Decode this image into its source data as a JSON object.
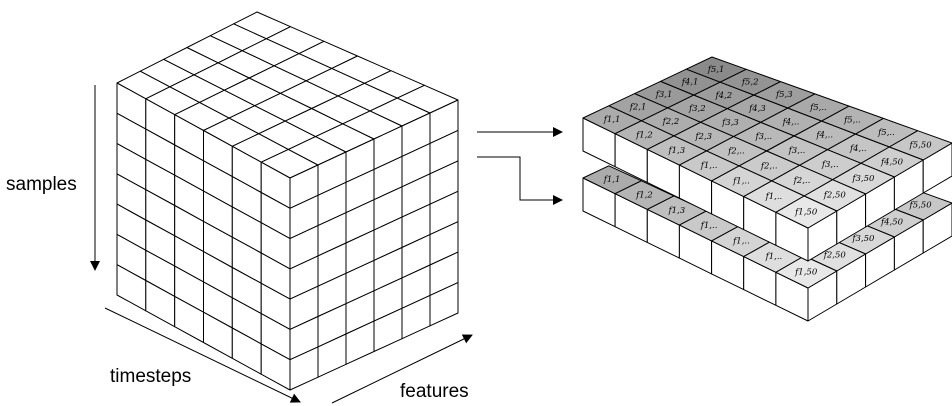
{
  "cube": {
    "samples_label": "samples",
    "timesteps_label": "timesteps",
    "features_label": "features",
    "samples_cells": 7,
    "timesteps_cells": 6,
    "features_cells": 6
  },
  "top_slice": {
    "rows": [
      [
        "f1,1",
        "f1,2",
        "f1,3",
        "f1,..",
        "f1,..",
        "f1,..",
        "f1,50"
      ],
      [
        "f2,1",
        "f2,2",
        "f2,3",
        "f2,..",
        "f2,..",
        "f2,..",
        "f2,50"
      ],
      [
        "f3,1",
        "f3,2",
        "f3,3",
        "f3,..",
        "f3,..",
        "f3,..",
        "f3,50"
      ],
      [
        "f4,1",
        "f4,2",
        "f4,3",
        "f4,..",
        "f4,..",
        "f4,..",
        "f4,50"
      ],
      [
        "f5,1",
        "f5,2",
        "f5,3",
        "f5,..",
        "f5,..",
        "f5,..",
        "f5,50"
      ]
    ]
  },
  "bottom_slice": {
    "front_row": [
      "f1,1",
      "f1,2",
      "f1,3",
      "f1,..",
      "f1,..",
      "f1,..",
      "f1,50"
    ],
    "back_column": [
      "f2,50",
      "f3,50",
      "f4,50",
      "f5,50"
    ]
  },
  "colors": {
    "cell_front": "#ffffff",
    "cell_top_dark": "#8a8a8a",
    "cell_top_light": "#e6e6e6",
    "stroke": "#000000"
  }
}
